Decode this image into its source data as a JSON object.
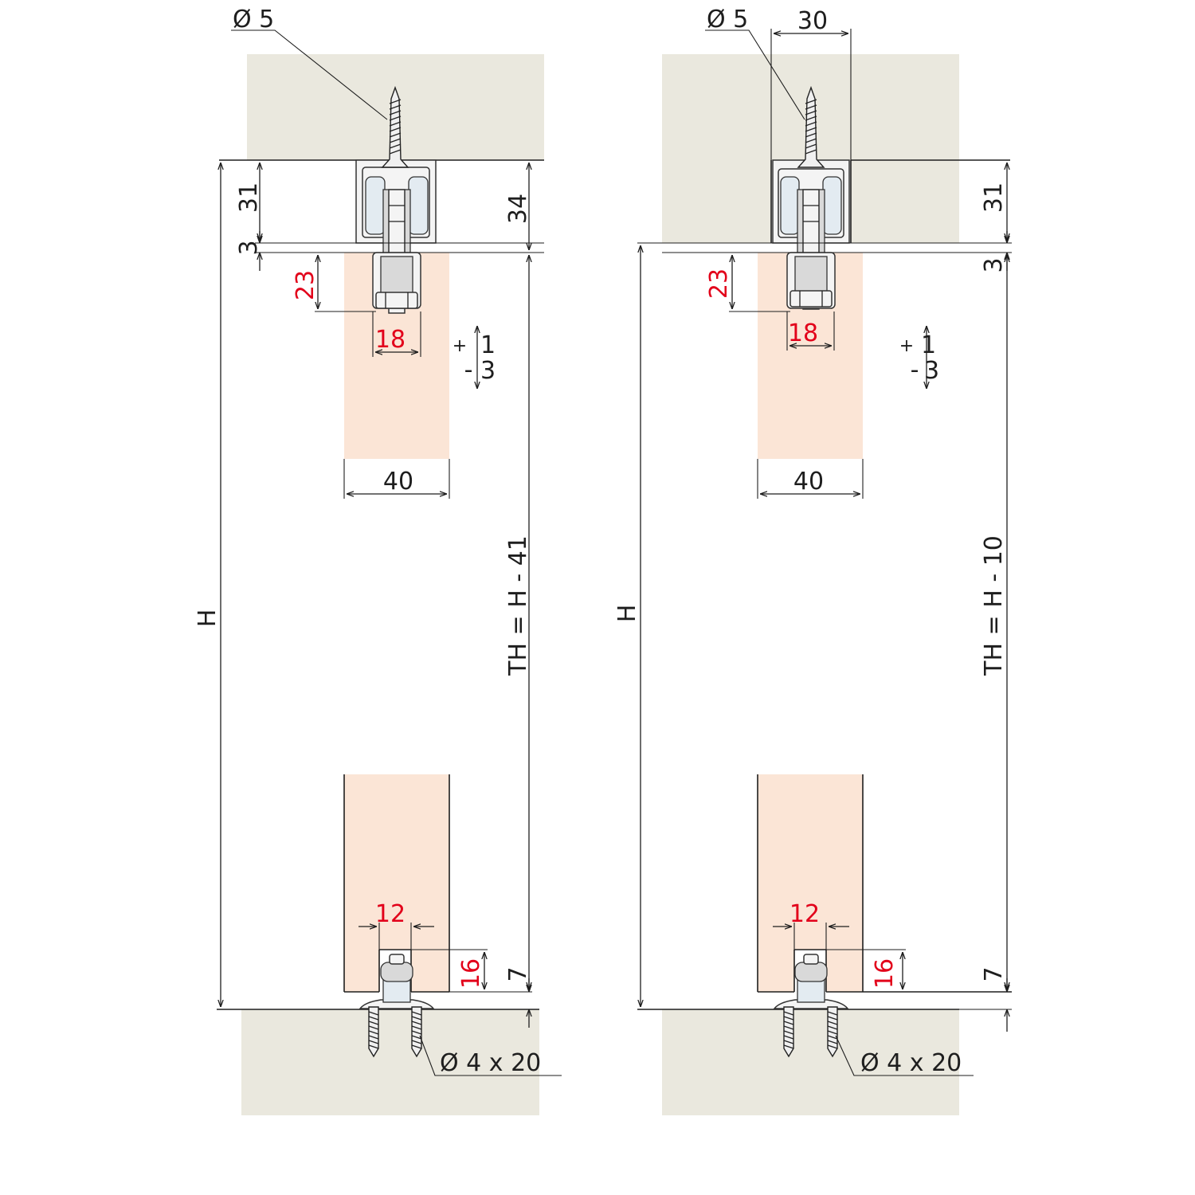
{
  "colors": {
    "wall": "#eae8de",
    "wood": "#fbe5d6",
    "line": "#1e1e1e",
    "accent_red": "#e2001a",
    "roller": "#e3ebf1"
  },
  "icons": [
    "wood-screw-icon",
    "roller-carriage-icon",
    "floor-guide-icon"
  ],
  "left": {
    "screw_top": "Ø 5",
    "dim_31": "31",
    "dim_3": "3",
    "dim_34": "34",
    "dim_23": "23",
    "dim_18": "18",
    "tol_plus": "+",
    "tol_1": "1",
    "tol_minus": "-",
    "tol_3": "3",
    "dim_40": "40",
    "dim_H": "H",
    "formula": "TH = H - 41",
    "dim_12": "12",
    "dim_16": "16",
    "dim_7": "7",
    "screw_bottom": "Ø 4 x 20"
  },
  "right": {
    "screw_top": "Ø 5",
    "dim_30": "30",
    "dim_31": "31",
    "dim_3": "3",
    "dim_23": "23",
    "dim_18": "18",
    "tol_plus": "+",
    "tol_1": "1",
    "tol_minus": "-",
    "tol_3": "3",
    "dim_40": "40",
    "dim_H": "H",
    "formula": "TH = H - 10",
    "dim_12": "12",
    "dim_16": "16",
    "dim_7": "7",
    "screw_bottom": "Ø 4 x 20"
  }
}
